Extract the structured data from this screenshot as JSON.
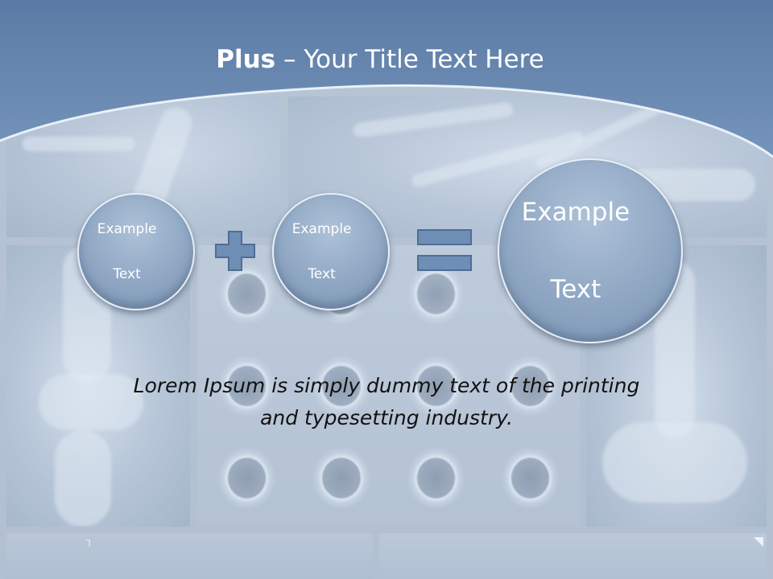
{
  "slide": {
    "title_bold": "Plus",
    "title_rest": " – Your Title Text Here",
    "circles": [
      {
        "line1": "Example",
        "line2": "Text"
      },
      {
        "line1": "Example",
        "line2": "Text"
      },
      {
        "line1": "Example",
        "line2": "Text"
      }
    ],
    "operators": {
      "plus": "plus-icon",
      "equals": "equals-icon"
    },
    "body_line1": "Lorem Ipsum is simply dummy text of the printing",
    "body_line2": "and typesetting industry.",
    "corner_mark": "L"
  },
  "colors": {
    "header": "#6b8bb3",
    "circle": "#8fa7c3",
    "operator": "#6e8eb6",
    "text": "#111111"
  }
}
